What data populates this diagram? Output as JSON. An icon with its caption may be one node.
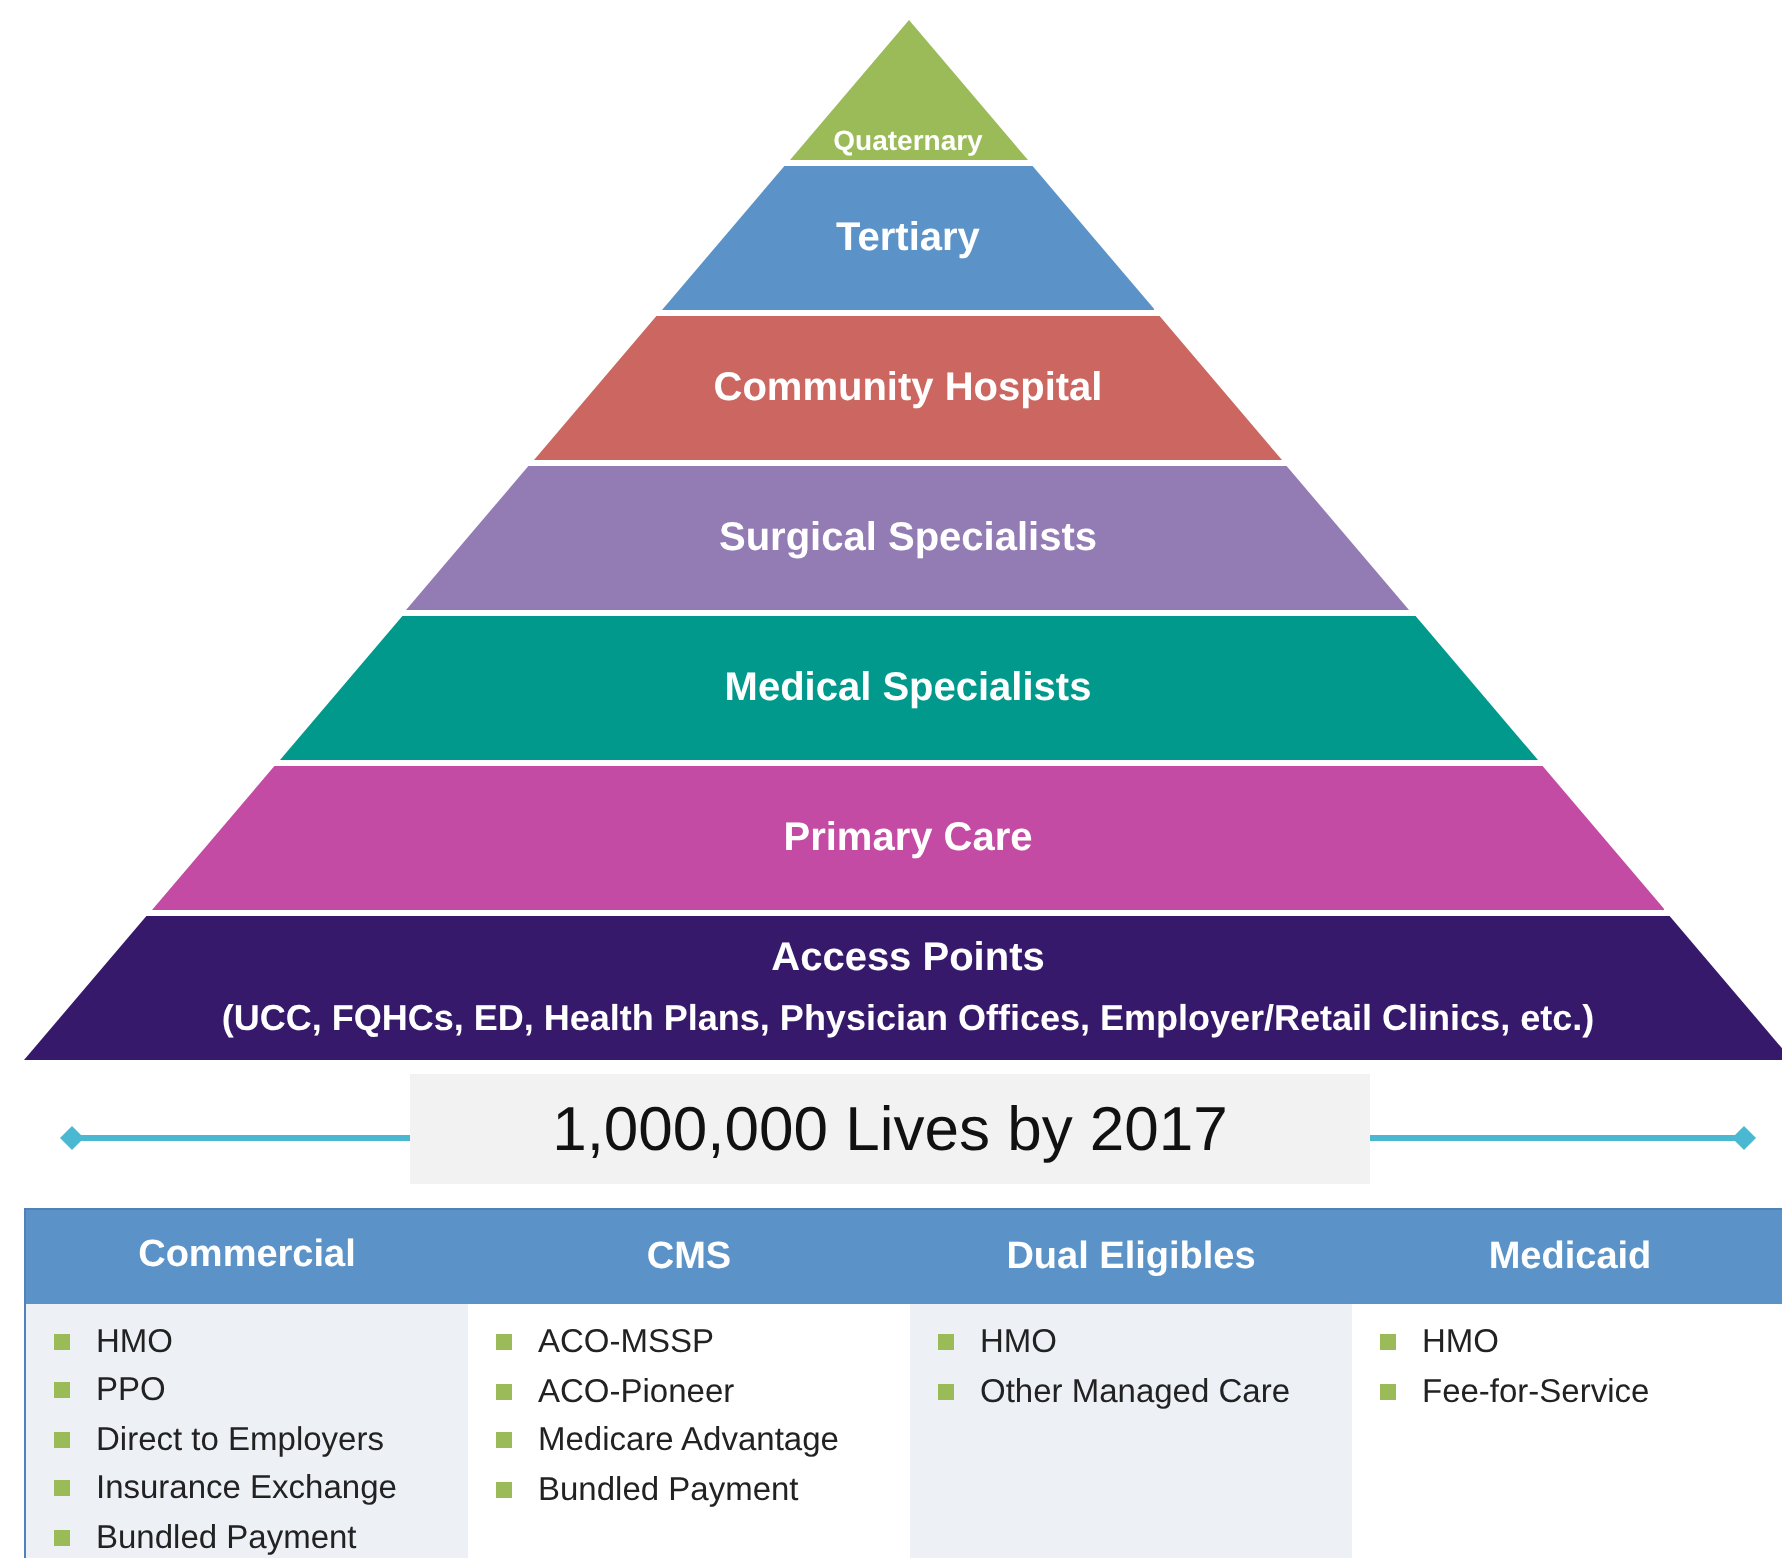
{
  "diagram": {
    "nodes": [
      {
        "text": [
          "Quaternary"
        ]
      },
      {
        "text": [
          "Tertiary"
        ]
      },
      {
        "text": [
          "Community Hospital"
        ]
      },
      {
        "text": [
          "Surgical Specialists"
        ]
      },
      {
        "text": [
          "Medical Specialists"
        ]
      },
      {
        "text": [
          "Primary Care"
        ]
      },
      {
        "text": [
          "Access Points",
          "(UCC, FQHCs, ED, Health Plans, Physician Offices, Employer/Retail Clinics, etc.)"
        ]
      },
      {
        "text": [
          "1,000,000 Lives by 2017"
        ]
      },
      {
        "text": [
          "Commercial",
          "HMO",
          "PPO",
          "Direct to Employers",
          "Insurance Exchange",
          "Bundled Payment"
        ]
      },
      {
        "text": [
          "CMS",
          "ACO-MSSP",
          "ACO-Pioneer",
          "Medicare Advantage",
          "Bundled Payment"
        ]
      },
      {
        "text": [
          "Dual Eligibles",
          "HMO",
          "Other Managed Care"
        ]
      },
      {
        "text": [
          "Medicaid",
          "HMO",
          "Fee-for-Service"
        ]
      }
    ],
    "edges": [
      {
        "from": null,
        "to": 7,
        "arrow": "other"
      },
      {
        "from": null,
        "to": 7,
        "arrow": "other"
      }
    ]
  }
}
